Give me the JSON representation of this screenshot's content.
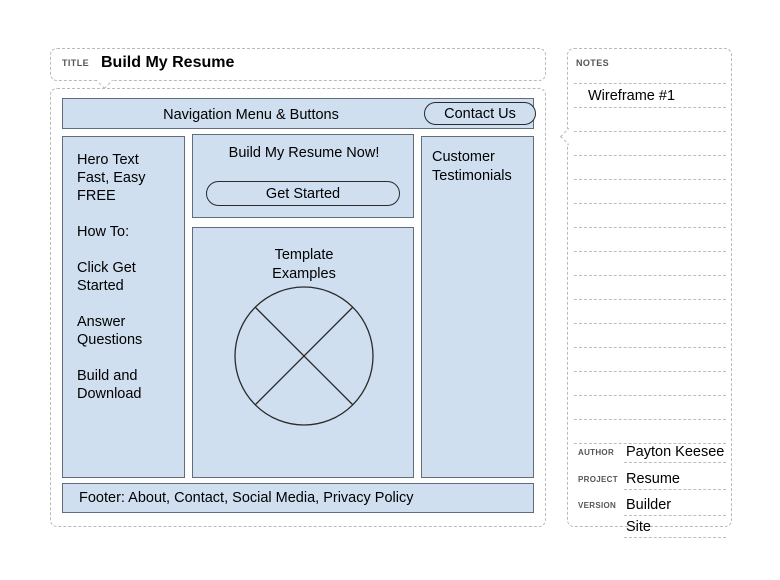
{
  "title_card": {
    "label": "TITLE",
    "text": "Build My Resume"
  },
  "wireframe": {
    "nav": {
      "label": "Navigation Menu & Buttons",
      "contact_button": "Contact Us"
    },
    "sidebar": {
      "items": [
        "Hero Text\nFast, Easy\nFREE",
        "How To:",
        "Click Get\nStarted",
        "Answer\nQuestions",
        "Build and\nDownload"
      ]
    },
    "hero": {
      "headline": "Build My Resume Now!",
      "cta_button": "Get Started"
    },
    "templates": {
      "label": "Template\nExamples",
      "placeholder_icon": "circle-with-x-placeholder"
    },
    "testimonials": {
      "label": "Customer\nTestimonials"
    },
    "footer": {
      "text": "Footer:  About, Contact, Social Media, Privacy Policy"
    }
  },
  "notes_card": {
    "label": "NOTES",
    "text": "Wireframe #1",
    "ruled_line_count": 16
  },
  "meta": {
    "fields": [
      {
        "label": "AUTHOR",
        "value": "Payton Keesee"
      },
      {
        "label": "PROJECT",
        "value": "Resume"
      },
      {
        "label": "VERSION",
        "value": "Builder"
      },
      {
        "label": "",
        "value": "Site"
      }
    ]
  },
  "colors": {
    "block_fill": "#cfdff0",
    "block_border": "#606d7b",
    "shell_border": "#b9b9b9",
    "page_background": "#ffffff"
  }
}
